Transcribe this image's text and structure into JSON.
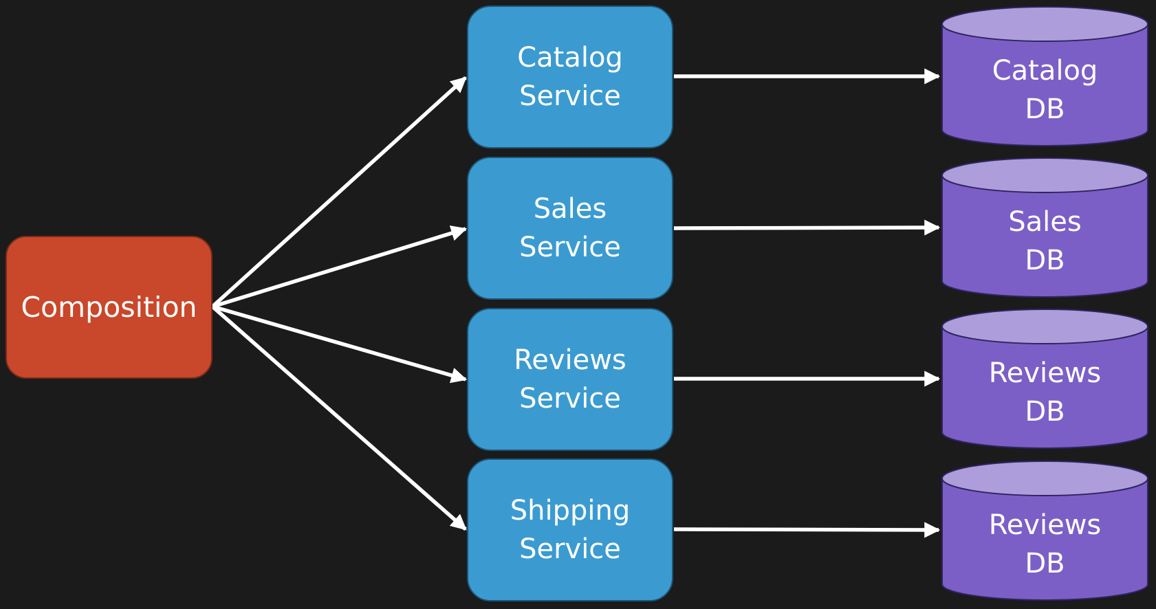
{
  "colors": {
    "background": "#1b1b1b",
    "composition": "#c9472a",
    "service": "#3b9bd0",
    "db_body": "#7b5fc6",
    "db_top": "#ad9ddb",
    "arrow": "#ffffff"
  },
  "composition": {
    "label": "Composition"
  },
  "services": [
    {
      "line1": "Catalog",
      "line2": "Service"
    },
    {
      "line1": "Sales",
      "line2": "Service"
    },
    {
      "line1": "Reviews",
      "line2": "Service"
    },
    {
      "line1": "Shipping",
      "line2": "Service"
    }
  ],
  "databases": [
    {
      "line1": "Catalog",
      "line2": "DB"
    },
    {
      "line1": "Sales",
      "line2": "DB"
    },
    {
      "line1": "Reviews",
      "line2": "DB"
    },
    {
      "line1": "Reviews",
      "line2": "DB"
    }
  ]
}
